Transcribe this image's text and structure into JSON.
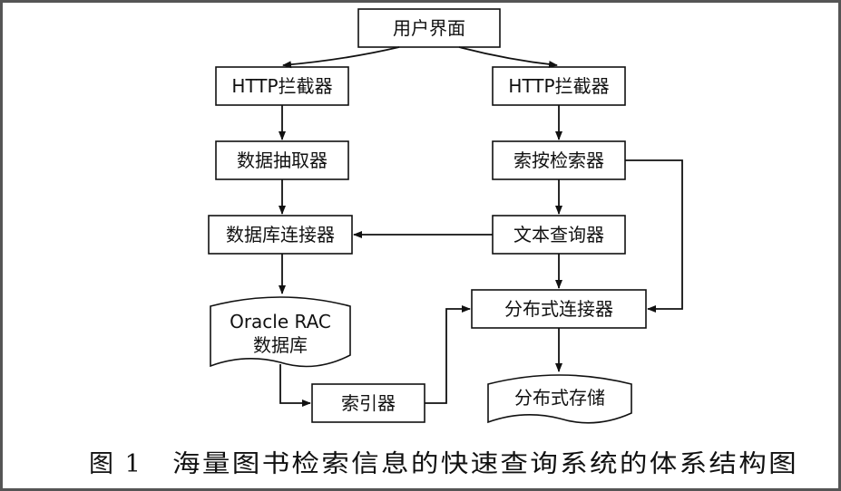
{
  "diagram": {
    "nodes": {
      "ui": "用户界面",
      "http_left": "HTTP拦截器",
      "http_right": "HTTP拦截器",
      "extractor": "数据抽取器",
      "search": "索按检索器",
      "db_connector": "数据库连接器",
      "text_query": "文本查询器",
      "oracle_line1": "Oracle RAC",
      "oracle_line2": "数据库",
      "dist_connector": "分布式连接器",
      "indexer": "索引器",
      "dist_storage": "分布式存储"
    },
    "caption": {
      "figure_no": "图 1",
      "title": "海量图书检索信息的快速查询系统的体系结构图"
    },
    "colors": {
      "stroke": "#111111",
      "frame": "#555555",
      "background": "#ffffff"
    }
  }
}
